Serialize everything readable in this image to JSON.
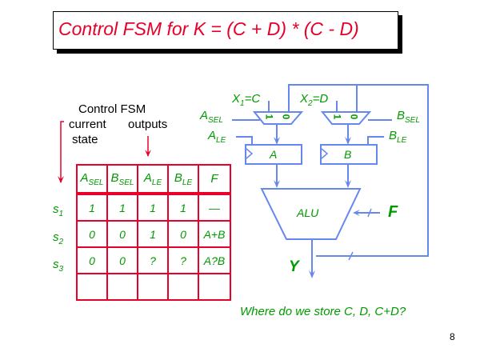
{
  "slide": {
    "title": "Control FSM for K = (C + D) * (C - D)",
    "page_number": "8",
    "question": "Where do we store C, D, C+D?"
  },
  "fsm_labels": {
    "heading": "Control FSM",
    "current": "current",
    "state": "state",
    "outputs": "outputs"
  },
  "table": {
    "columns": [
      {
        "main": "A",
        "sub": "SEL"
      },
      {
        "main": "B",
        "sub": "SEL"
      },
      {
        "main": "A",
        "sub": "LE"
      },
      {
        "main": "B",
        "sub": "LE"
      },
      {
        "main": "F",
        "sub": ""
      }
    ],
    "rows": [
      {
        "state": "s",
        "state_sub": "1",
        "cells": [
          "1",
          "1",
          "1",
          "1",
          "—"
        ]
      },
      {
        "state": "s",
        "state_sub": "2",
        "cells": [
          "0",
          "0",
          "1",
          "0",
          "A+B"
        ]
      },
      {
        "state": "s",
        "state_sub": "3",
        "cells": [
          "0",
          "0",
          "?",
          "?",
          "A?B"
        ]
      },
      {
        "state": "",
        "state_sub": "",
        "cells": [
          "",
          "",
          "",
          "",
          ""
        ]
      }
    ]
  },
  "datapath": {
    "x1_label": "X",
    "x1_sub": "1",
    "x1_val": "=C",
    "x2_label": "X",
    "x2_sub": "2",
    "x2_val": "=D",
    "asel": {
      "main": "A",
      "sub": "SEL"
    },
    "ale": {
      "main": "A",
      "sub": "LE"
    },
    "bsel": {
      "main": "B",
      "sub": "SEL"
    },
    "ble": {
      "main": "B",
      "sub": "LE"
    },
    "reg_a": "A",
    "reg_b": "B",
    "alu": "ALU",
    "f_input": "F",
    "y_output": "Y",
    "mux_in1": "1",
    "mux_in0": "0"
  },
  "colors": {
    "title": "#e8002a",
    "table_border": "#e8002a",
    "text_green": "#009a00",
    "wire_blue": "#6688ee"
  }
}
